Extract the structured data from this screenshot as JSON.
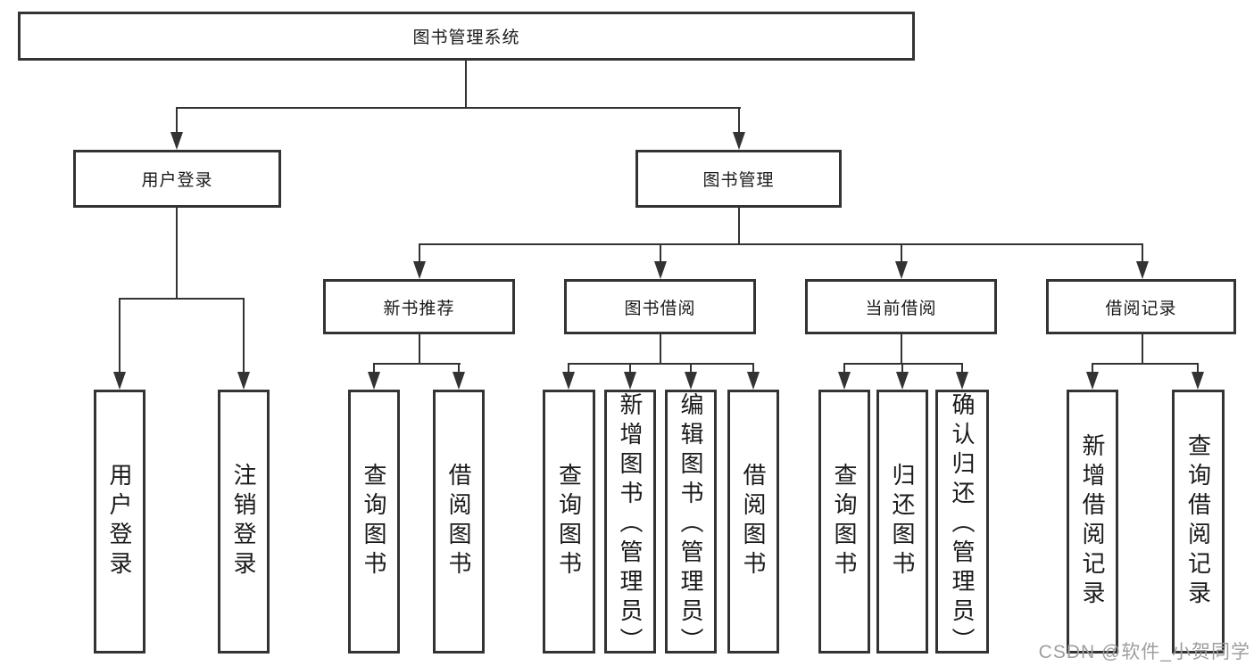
{
  "nodes": {
    "root": {
      "label": "图书管理系统"
    },
    "login": {
      "label": "用户登录",
      "children": [
        {
          "label": "用户登录"
        },
        {
          "label": "注销登录"
        }
      ]
    },
    "mgmt": {
      "label": "图书管理",
      "sections": [
        {
          "label": "新书推荐",
          "children": [
            {
              "label": "查询图书"
            },
            {
              "label": "借阅图书"
            }
          ]
        },
        {
          "label": "图书借阅",
          "children": [
            {
              "label": "查询图书"
            },
            {
              "label": "新增图书（管理员）"
            },
            {
              "label": "编辑图书（管理员）"
            },
            {
              "label": "借阅图书"
            }
          ]
        },
        {
          "label": "当前借阅",
          "children": [
            {
              "label": "查询图书"
            },
            {
              "label": "归还图书"
            },
            {
              "label": "确认归还（管理员）"
            }
          ]
        },
        {
          "label": "借阅记录",
          "children": [
            {
              "label": "新增借阅记录"
            },
            {
              "label": "查询借阅记录"
            }
          ]
        }
      ]
    }
  },
  "watermark": {
    "text": "CSDN @软件_小贺同学"
  },
  "colors": {
    "line": "#333333",
    "box_border": "#333333",
    "text": "#1a1a1a",
    "watermark": "#9e9e9e",
    "background": "#ffffff"
  }
}
